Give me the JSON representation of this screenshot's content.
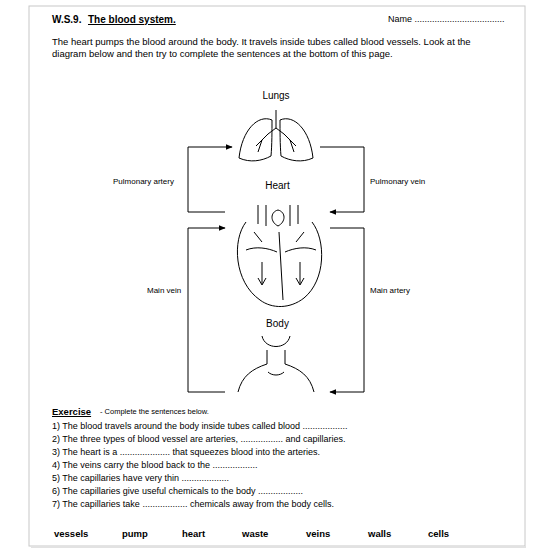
{
  "diagram": {
    "title": "The blood system.",
    "nodes": [
      {
        "text": [
          "Lungs"
        ]
      },
      {
        "text": [
          "Heart"
        ]
      },
      {
        "text": [
          "Body"
        ]
      }
    ],
    "edges": [
      {
        "from": 1,
        "to": 0,
        "label": "Pulmonary artery",
        "arrow": "to"
      },
      {
        "from": 0,
        "to": 1,
        "label": "Pulmonary vein",
        "arrow": "to"
      },
      {
        "from": 2,
        "to": 1,
        "label": "Main vein",
        "arrow": "to"
      },
      {
        "from": 1,
        "to": 2,
        "label": "Main artery",
        "arrow": "to"
      }
    ],
    "labels": [
      "W.S.9.",
      "Name ....................................",
      "The heart pumps the blood around the body. It travels inside tubes called blood vessels. Look at the diagram below and then try to complete the sentences at the bottom of this page.",
      "Exercise",
      "- Complete the sentences below.",
      "1) The blood travels around the body inside tubes called blood ..................",
      "2) The three types of blood vessel are arteries, ................. and capillaries.",
      "3) The heart is a .................... that squeezes blood into the arteries.",
      "4) The veins carry the blood back to the ..................",
      "5) The capillaries have very thin ...................",
      "6) The capillaries give useful chemicals to the body ..................",
      "7) The capillaries take .................. chemicals away from the body cells.",
      "vessels",
      "pump",
      "heart",
      "waste",
      "veins",
      "walls",
      "cells"
    ]
  }
}
